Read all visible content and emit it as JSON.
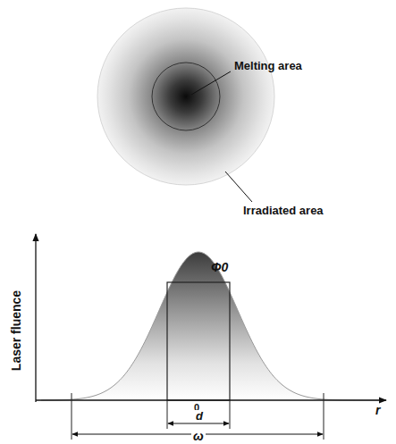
{
  "diagram": {
    "labels": [
      "Melting area",
      "Irradiated area",
      "Laser fluence",
      "Φ0",
      "0",
      "r",
      "d",
      "ω"
    ]
  }
}
